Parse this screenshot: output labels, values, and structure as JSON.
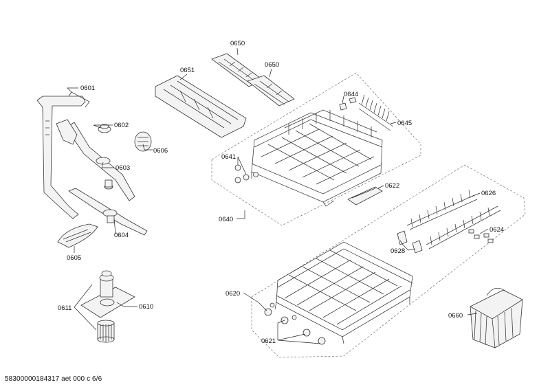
{
  "labels": {
    "p0601": "0601",
    "p0602": "0602",
    "p0603": "0603",
    "p0604": "0604",
    "p0605": "0605",
    "p0606": "0606",
    "p0610": "0610",
    "p0611": "0611",
    "p0620": "0620",
    "p0621": "0621",
    "p0622": "0622",
    "p0624": "0624",
    "p0626": "0626",
    "p0628": "0628",
    "p0640": "0640",
    "p0641": "0641",
    "p0644": "0644",
    "p0645": "0645",
    "p0650a": "0650",
    "p0650b": "0650",
    "p0651": "0651",
    "p0660": "0660"
  },
  "footer": {
    "doc_id": "58300000184317 aet 000 c 6/6"
  }
}
